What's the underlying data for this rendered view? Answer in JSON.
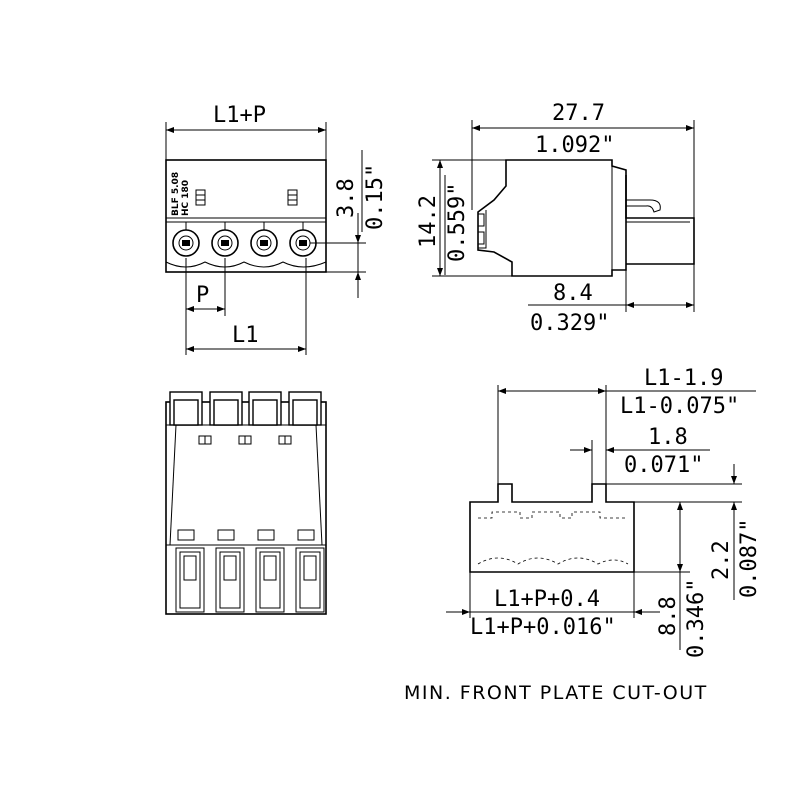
{
  "product_marking": {
    "line1": "BLF 5.08",
    "line2": "HC 180"
  },
  "front_view": {
    "dim_top": "L1+P",
    "dim_pitch": "P",
    "dim_bottom": "L1",
    "dim_height_mm": "3.8",
    "dim_height_in": "0.15\""
  },
  "side_view": {
    "dim_length_mm": "27.7",
    "dim_length_in": "1.092\"",
    "dim_height_mm": "14.2",
    "dim_height_in": "0.559\"",
    "dim_depth_mm": "8.4",
    "dim_depth_in": "0.329\""
  },
  "cutout_view": {
    "dim_a_mm": "L1-1.9",
    "dim_a_in": "L1-0.075\"",
    "dim_b_mm": "1.8",
    "dim_b_in": "0.071\"",
    "dim_c_mm": "2.2",
    "dim_c_in": "0.087\"",
    "dim_d_mm": "8.8",
    "dim_d_in": "0.346\"",
    "dim_e_mm": "L1+P+0.4",
    "dim_e_in": "L1+P+0.016\"",
    "caption": "MIN. FRONT PLATE CUT-OUT"
  }
}
